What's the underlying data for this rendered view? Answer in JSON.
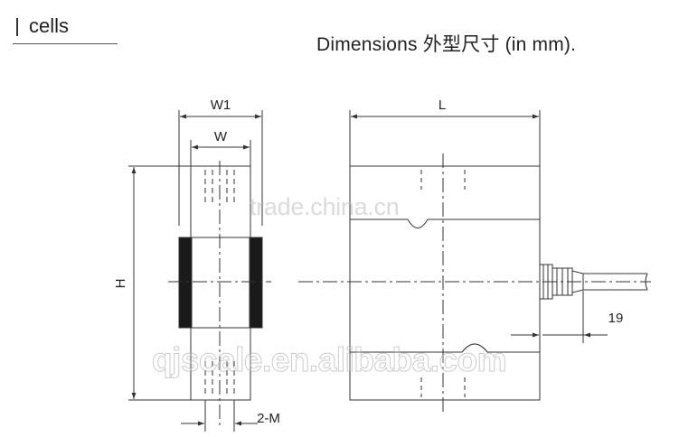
{
  "header": {
    "left_label": "cells",
    "right_title": "Dimensions 外型尺寸 (in mm)."
  },
  "labels": {
    "w1": "W1",
    "w": "W",
    "h": "H",
    "l": "L",
    "cable": "19",
    "thread": "2-M"
  },
  "watermarks": {
    "top": "trade.china.cn",
    "bottom": "qjscale.en.alibaba.com"
  },
  "colors": {
    "line": "#333333",
    "pad": "#1a1a1a",
    "watermark": "#bebebe"
  }
}
